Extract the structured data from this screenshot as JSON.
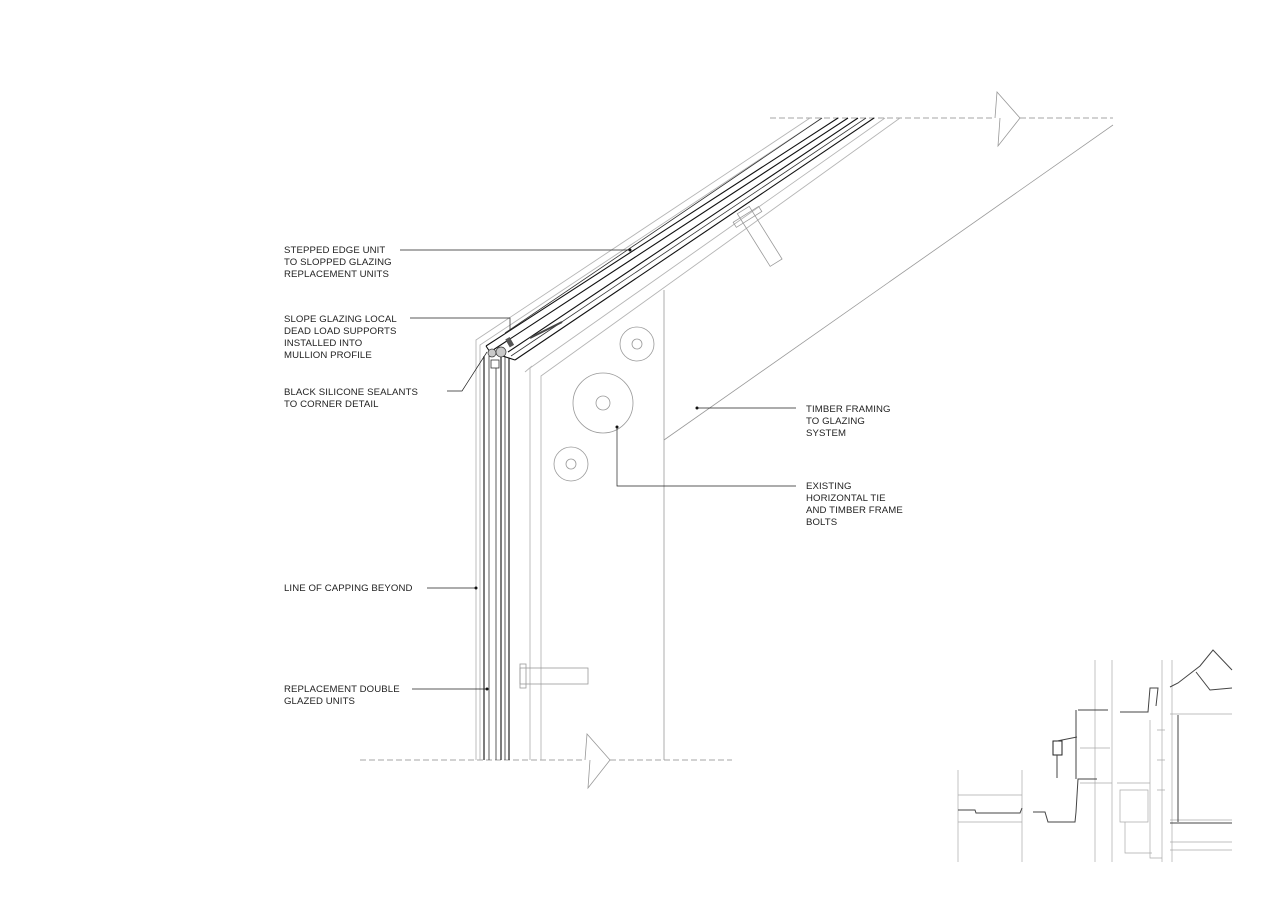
{
  "annotations": [
    {
      "id": "stepped-edge-unit",
      "lines": [
        "STEPPED EDGE UNIT",
        "TO SLOPPED GLAZING",
        "REPLACEMENT UNITS"
      ]
    },
    {
      "id": "slope-glazing-supports",
      "lines": [
        "SLOPE GLAZING LOCAL",
        "DEAD LOAD SUPPORTS",
        "INSTALLED INTO",
        "MULLION PROFILE"
      ]
    },
    {
      "id": "black-silicone-sealants",
      "lines": [
        "BLACK SILICONE SEALANTS",
        "TO CORNER DETAIL"
      ]
    },
    {
      "id": "line-of-capping",
      "lines": [
        "LINE OF CAPPING BEYOND"
      ]
    },
    {
      "id": "replacement-double-glazed",
      "lines": [
        "REPLACEMENT DOUBLE",
        "GLAZED UNITS"
      ]
    },
    {
      "id": "timber-framing",
      "lines": [
        "TIMBER FRAMING",
        "TO GLAZING",
        "SYSTEM"
      ]
    },
    {
      "id": "existing-tie-bolts",
      "lines": [
        "EXISTING",
        "HORIZONTAL TIE",
        "AND TIMBER FRAME",
        "BOLTS"
      ]
    }
  ],
  "colors": {
    "linework": "#111111",
    "secondary": "#b5b5b5",
    "text": "#222222"
  }
}
